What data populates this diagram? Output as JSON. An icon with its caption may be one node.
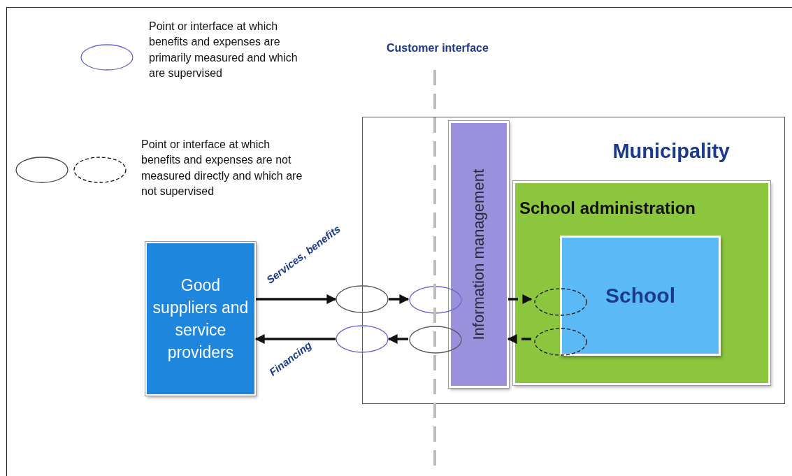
{
  "diagram": {
    "nodes": [
      {
        "text": [
          "Municipality"
        ]
      },
      {
        "text": [
          "Information management"
        ],
        "in": 0
      },
      {
        "text": [
          "School administration"
        ],
        "in": 0
      },
      {
        "text": [
          "School"
        ],
        "in": 2
      },
      {
        "text": [
          "Good suppliers and service providers"
        ]
      },
      {
        "text": [],
        "shape": "ellipse"
      },
      {
        "text": [],
        "shape": "ellipse",
        "in": 0
      },
      {
        "text": [],
        "shape": "ellipse",
        "in": 2
      },
      {
        "text": [],
        "shape": "ellipse"
      },
      {
        "text": [],
        "shape": "ellipse",
        "in": 0
      },
      {
        "text": [],
        "shape": "ellipse",
        "in": 2
      }
    ],
    "edges": [
      {
        "from": 4,
        "to": 5,
        "arrow": "to",
        "label": "Services, benefits"
      },
      {
        "from": 5,
        "to": 6,
        "arrow": "to"
      },
      {
        "from": 1,
        "to": 7,
        "arrow": "to",
        "style": "dashed"
      },
      {
        "from": 9,
        "to": 8,
        "arrow": "to"
      },
      {
        "from": 8,
        "to": 4,
        "arrow": "to",
        "label": "Financing"
      },
      {
        "from": 10,
        "to": 1,
        "arrow": "to",
        "style": "dashed"
      }
    ],
    "labels": [
      "Customer interface"
    ],
    "legend": [
      {
        "text": "Point or interface at which benefits and expenses are primarily measured and which are supervised"
      },
      {
        "text": "Point or interface at which benefits and expenses are not measured directly and which are not supervised"
      }
    ]
  }
}
